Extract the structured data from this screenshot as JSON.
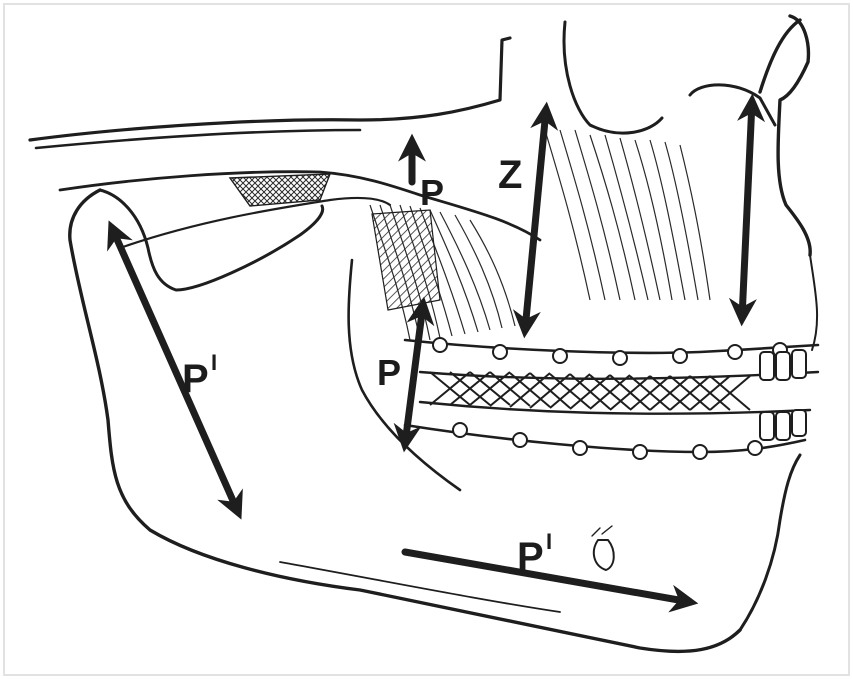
{
  "figure": {
    "labels": {
      "p_upper": "P",
      "z": "Z",
      "p_wire": "P",
      "p_prime_ramus": "P",
      "p_prime_body": "P",
      "prime_mark": "I"
    },
    "icons": [
      "double-arrow-icon",
      "single-arrow-icon"
    ],
    "colors": {
      "ink": "#1e1e1e",
      "paper": "#ffffff"
    }
  }
}
